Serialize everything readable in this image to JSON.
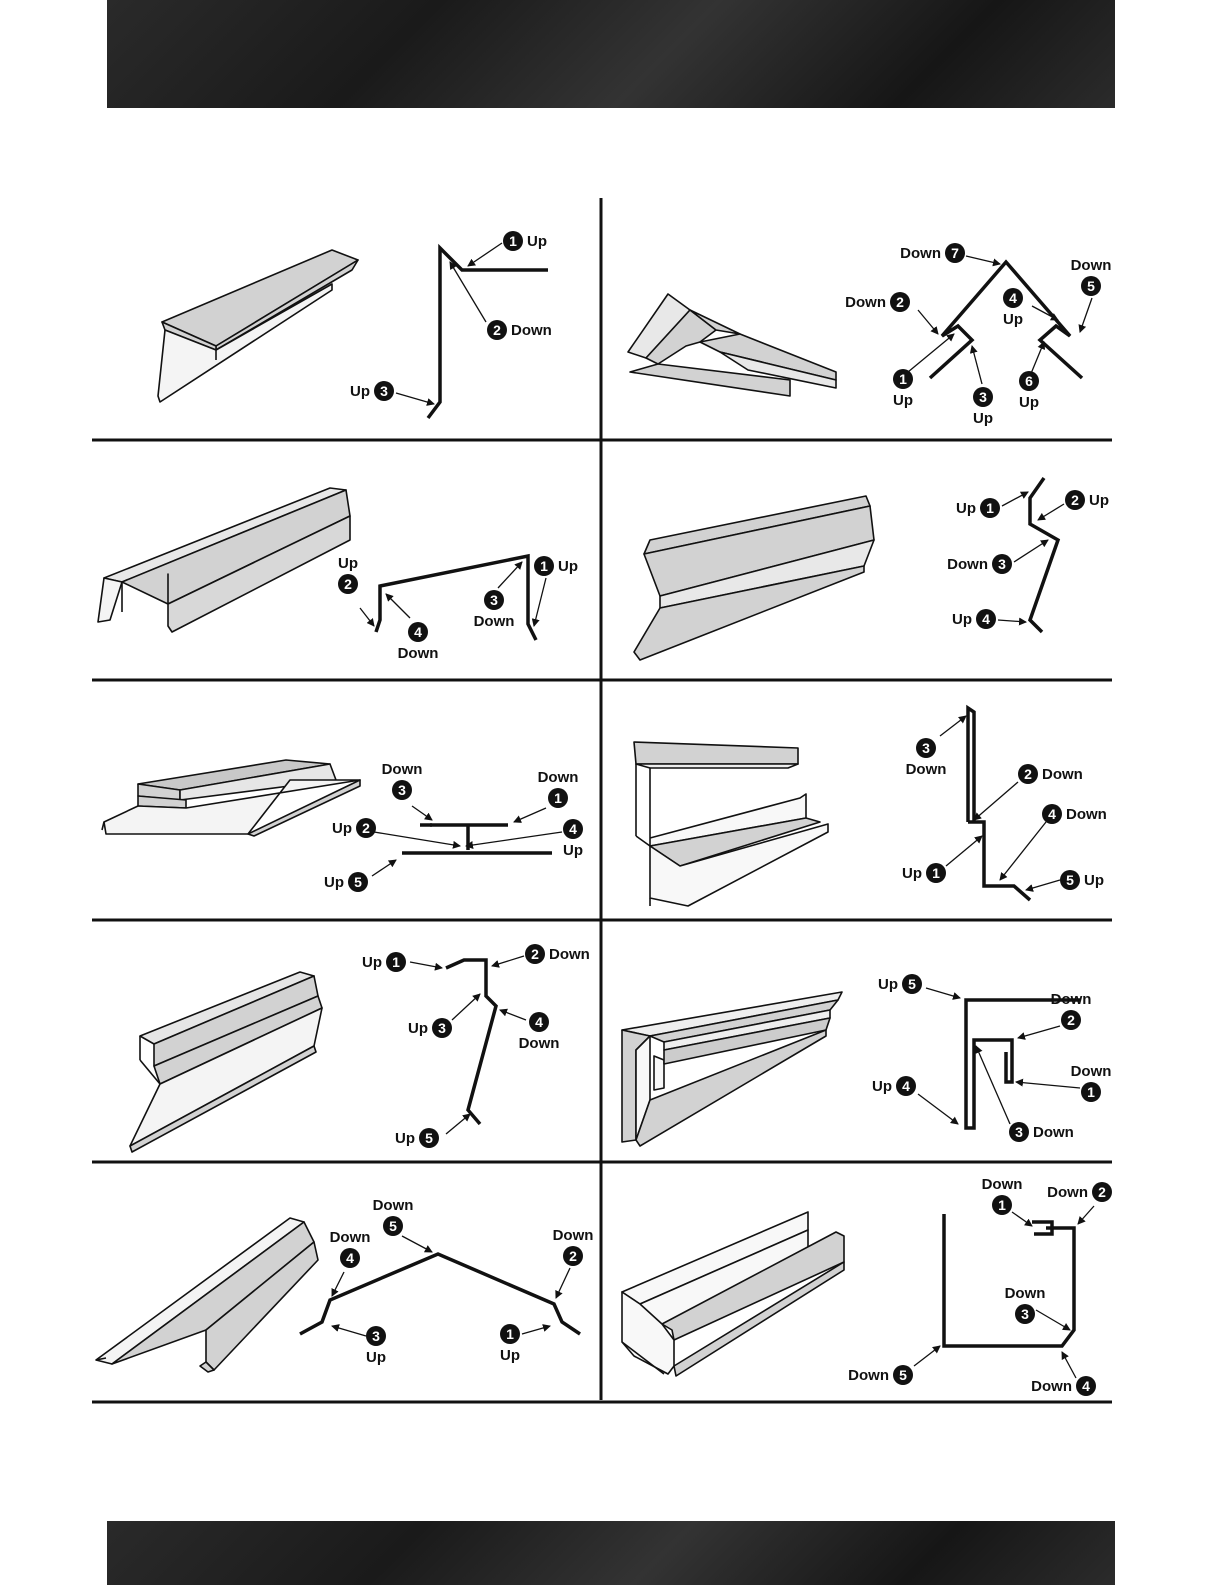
{
  "colors": {
    "band": "#1e1e1e",
    "line": "#111111",
    "fill": "#d2d2d2",
    "badge": "#111111"
  },
  "words": {
    "up": "Up",
    "down": "Down"
  },
  "panels": [
    {
      "id": "p1",
      "labels": [
        {
          "n": "1",
          "w": "Up"
        },
        {
          "n": "2",
          "w": "Down"
        },
        {
          "n": "3",
          "w": "Up"
        }
      ]
    },
    {
      "id": "p2",
      "labels": [
        {
          "n": "7",
          "w": "Down"
        },
        {
          "n": "2",
          "w": "Down"
        },
        {
          "n": "4",
          "w": "Up"
        },
        {
          "n": "5",
          "w": "Down"
        },
        {
          "n": "1",
          "w": "Up"
        },
        {
          "n": "3",
          "w": "Up"
        },
        {
          "n": "6",
          "w": "Up"
        }
      ]
    },
    {
      "id": "p3",
      "labels": [
        {
          "n": "2",
          "w": "Up"
        },
        {
          "n": "4",
          "w": "Down"
        },
        {
          "n": "3",
          "w": "Down"
        },
        {
          "n": "1",
          "w": "Up"
        }
      ]
    },
    {
      "id": "p4",
      "labels": [
        {
          "n": "1",
          "w": "Up"
        },
        {
          "n": "2",
          "w": "Up"
        },
        {
          "n": "3",
          "w": "Down"
        },
        {
          "n": "4",
          "w": "Up"
        }
      ]
    },
    {
      "id": "p5",
      "labels": [
        {
          "n": "3",
          "w": "Down"
        },
        {
          "n": "1",
          "w": "Down"
        },
        {
          "n": "2",
          "w": "Up"
        },
        {
          "n": "4",
          "w": "Up"
        },
        {
          "n": "5",
          "w": "Up"
        }
      ]
    },
    {
      "id": "p6",
      "labels": [
        {
          "n": "3",
          "w": "Down"
        },
        {
          "n": "2",
          "w": "Down"
        },
        {
          "n": "4",
          "w": "Down"
        },
        {
          "n": "1",
          "w": "Up"
        },
        {
          "n": "5",
          "w": "Up"
        }
      ]
    },
    {
      "id": "p7",
      "labels": [
        {
          "n": "1",
          "w": "Up"
        },
        {
          "n": "2",
          "w": "Down"
        },
        {
          "n": "3",
          "w": "Up"
        },
        {
          "n": "4",
          "w": "Down"
        },
        {
          "n": "5",
          "w": "Up"
        }
      ]
    },
    {
      "id": "p8",
      "labels": [
        {
          "n": "5",
          "w": "Up"
        },
        {
          "n": "2",
          "w": "Down"
        },
        {
          "n": "1",
          "w": "Down"
        },
        {
          "n": "4",
          "w": "Up"
        },
        {
          "n": "3",
          "w": "Down"
        }
      ]
    },
    {
      "id": "p9",
      "labels": [
        {
          "n": "5",
          "w": "Down"
        },
        {
          "n": "4",
          "w": "Down"
        },
        {
          "n": "2",
          "w": "Down"
        },
        {
          "n": "3",
          "w": "Up"
        },
        {
          "n": "1",
          "w": "Up"
        }
      ]
    },
    {
      "id": "p10",
      "labels": [
        {
          "n": "1",
          "w": "Down"
        },
        {
          "n": "2",
          "w": "Down"
        },
        {
          "n": "3",
          "w": "Down"
        },
        {
          "n": "5",
          "w": "Down"
        },
        {
          "n": "4",
          "w": "Down"
        }
      ]
    }
  ]
}
